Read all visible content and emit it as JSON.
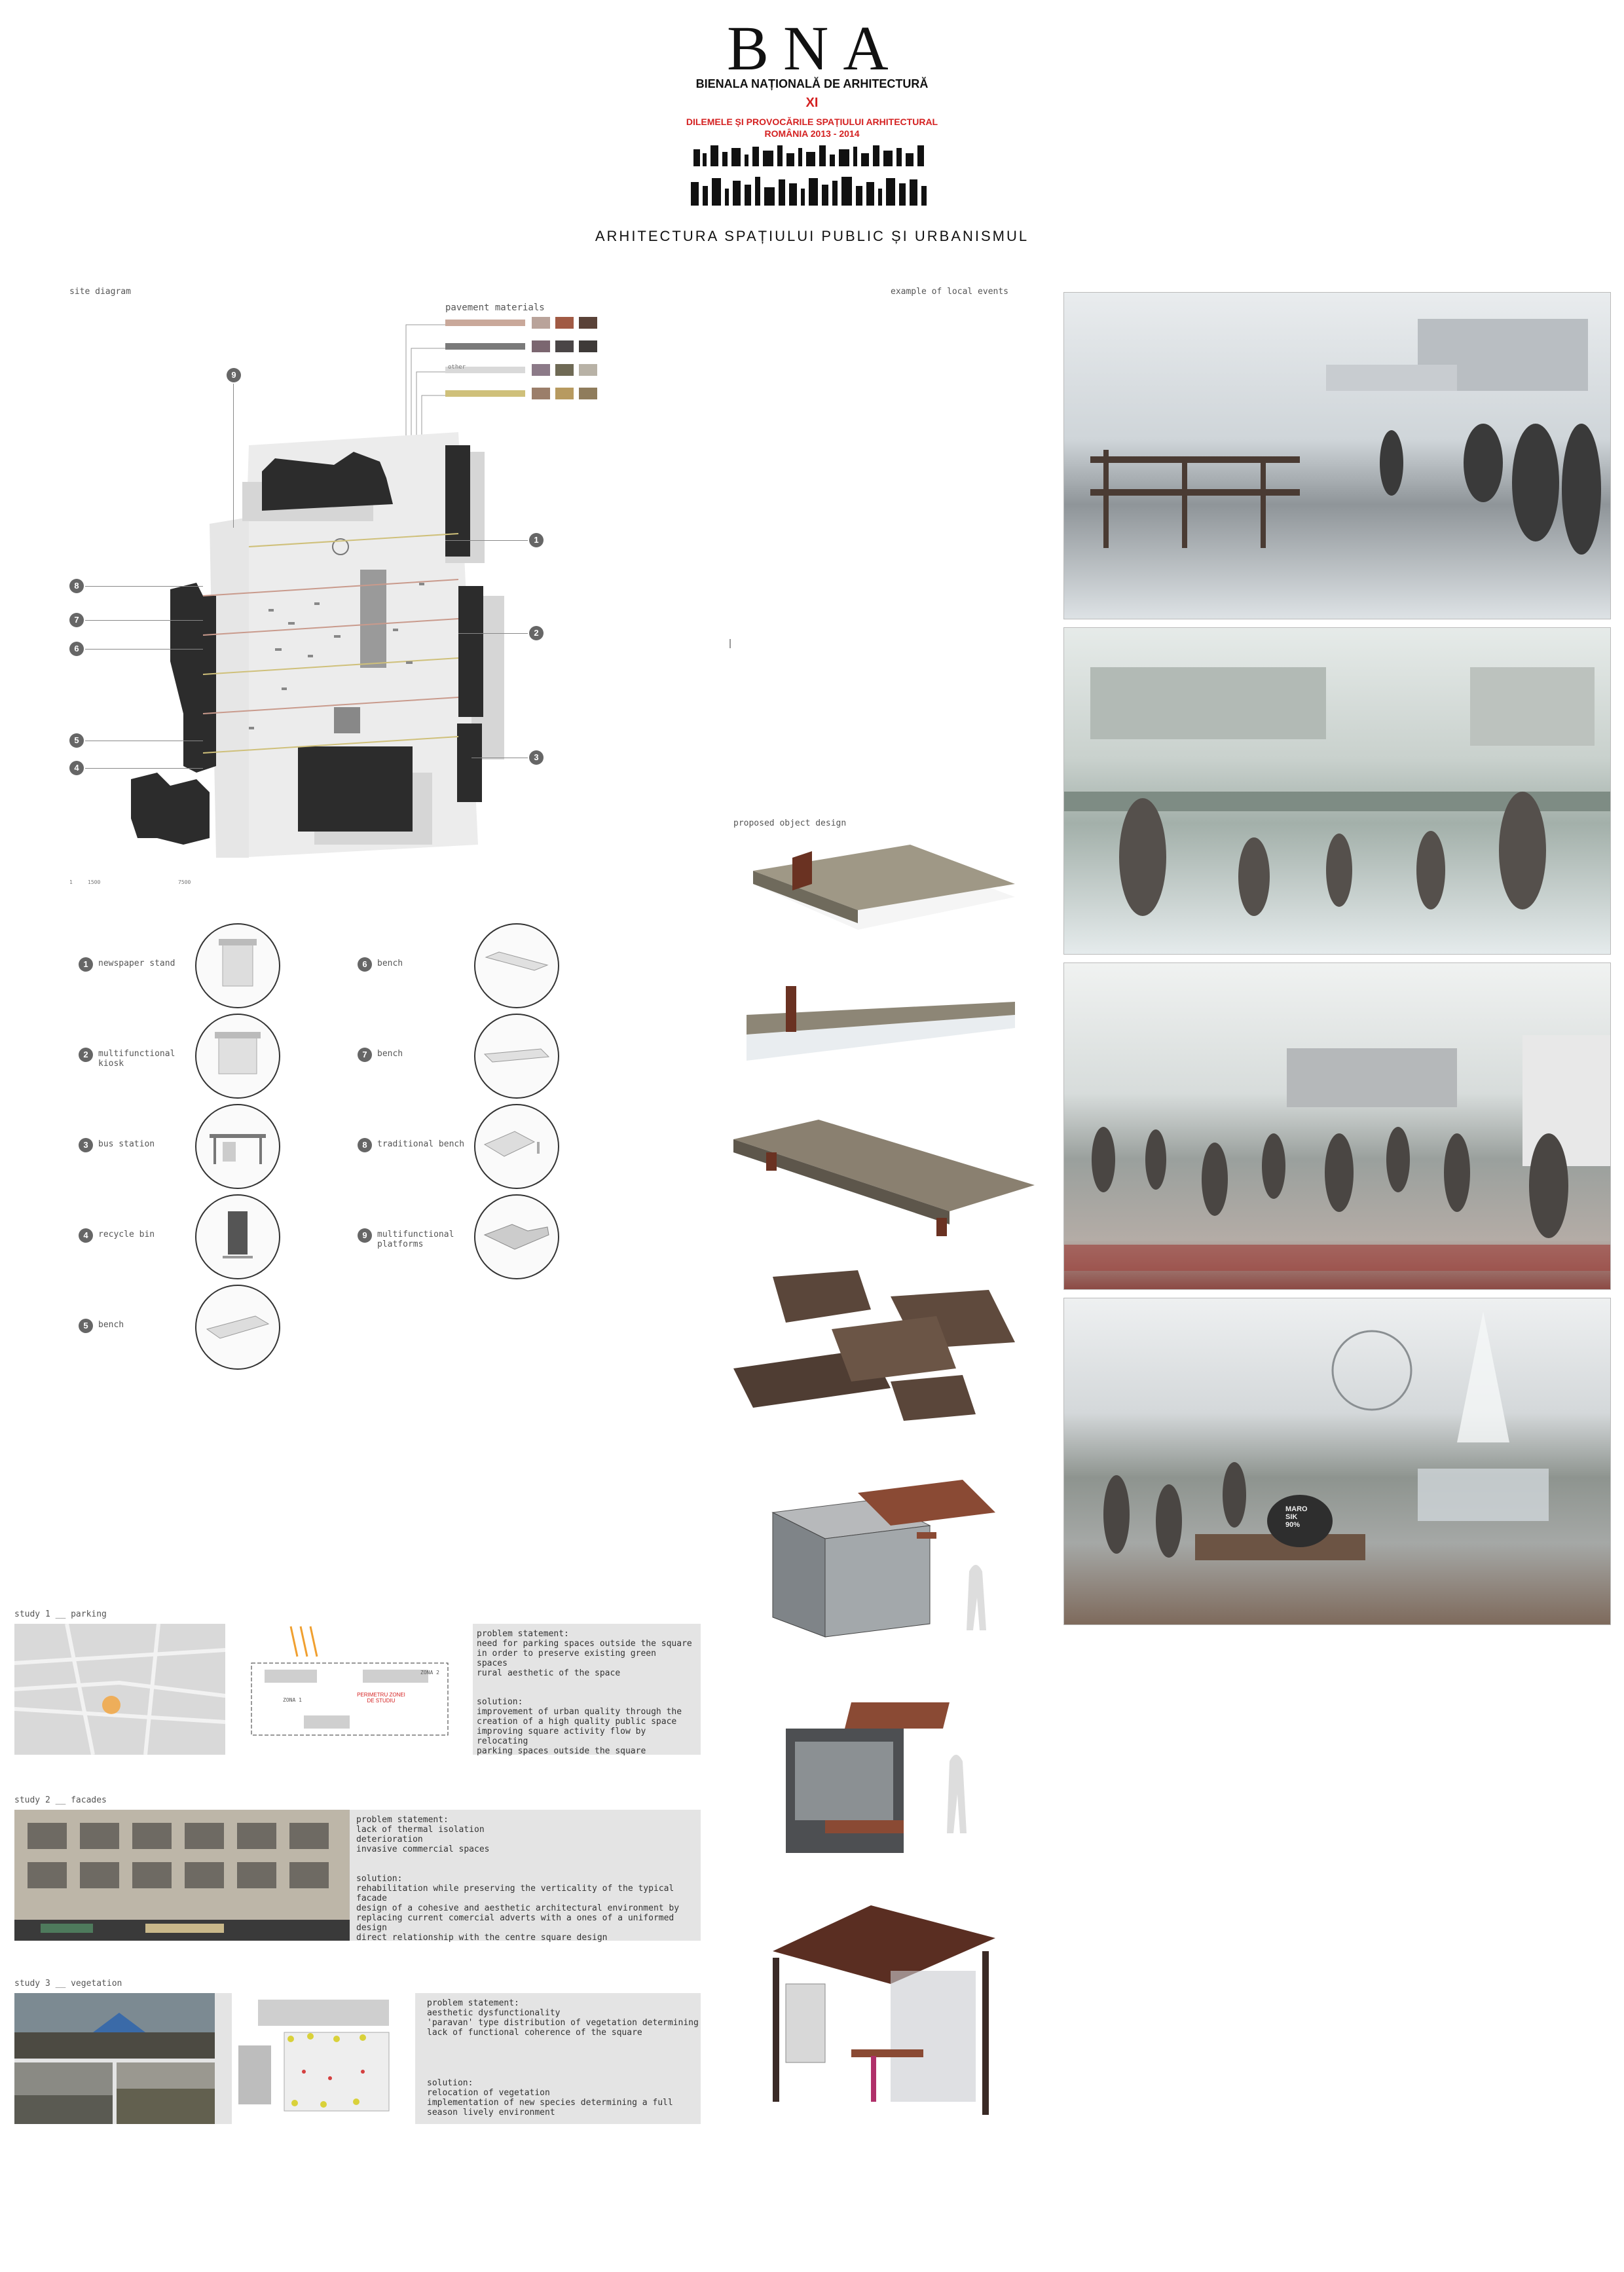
{
  "header": {
    "title": "BNA",
    "subtitle": "BIENALA NAȚIONALĂ DE ARHITECTURĂ",
    "edition": "XI",
    "theme_line1": "DILEMELE ȘI PROVOCĂRILE SPAȚIULUI ARHITECTURAL",
    "theme_line2": "ROMÂNIA 2013 - 2014",
    "section": "ARHITECTURA SPAȚIULUI PUBLIC ȘI URBANISMUL"
  },
  "site_diagram": {
    "title": "site diagram",
    "pavement_title": "pavement materials",
    "pavement_note": "other",
    "scale_labels": [
      "1",
      "1500",
      "7500"
    ],
    "markers": [
      "9",
      "1",
      "2",
      "3",
      "4",
      "5",
      "6",
      "7",
      "8"
    ]
  },
  "objects": {
    "items": [
      {
        "num": "1",
        "label": "newspaper stand"
      },
      {
        "num": "2",
        "label": "multifunctional kiosk"
      },
      {
        "num": "3",
        "label": "bus station"
      },
      {
        "num": "4",
        "label": "recycle bin"
      },
      {
        "num": "5",
        "label": "bench"
      },
      {
        "num": "6",
        "label": "bench"
      },
      {
        "num": "7",
        "label": "bench"
      },
      {
        "num": "8",
        "label": "traditional bench"
      },
      {
        "num": "9",
        "label": "multifunctional platforms"
      }
    ]
  },
  "events": {
    "title": "example of local events"
  },
  "proposed": {
    "title": "proposed object design"
  },
  "studies": [
    {
      "title": "study 1 __ parking",
      "problem": "problem statement:\n    need for parking spaces outside the square\n    in order to preserve existing green\n    spaces\n  rural aesthetic of the space",
      "solution": "solution:\n  improvement of urban quality through the\n    creation of a high quality public space\n  improving square activity flow by relocating\n    parking spaces outside the square",
      "map_label": "PERIMETRU ZONEI DE STUDIU",
      "zone1": "ZONA 1",
      "zone2": "ZONA 2"
    },
    {
      "title": "study 2 __ facades",
      "problem": "problem statement:\n  lack of thermal isolation\n  deterioration\n  invasive commercial spaces",
      "solution": "solution:\n  rehabilitation while preserving the verticality of the typical facade\n  design of a cohesive and aesthetic architectural environment by\n    replacing current comercial adverts with a ones of a uniformed\n    design\n  direct relationship with the centre square design"
    },
    {
      "title": "study 3 __ vegetation",
      "problem": "problem statement:\n  aesthetic dysfunctionality\n  'paravan' type distribution of vegetation determining\n    lack of functional coherence of the square",
      "solution": "solution:\n  relocation of vegetation\n  implementation of new species determining a full\n    season lively environment"
    }
  ],
  "render_texts": {
    "cup_label": "MARO\nSIK\n90%"
  },
  "colors": {
    "accent_red": "#d42020",
    "dark_building": "#2c2c2c",
    "study_bg": "#e4e4e4"
  }
}
